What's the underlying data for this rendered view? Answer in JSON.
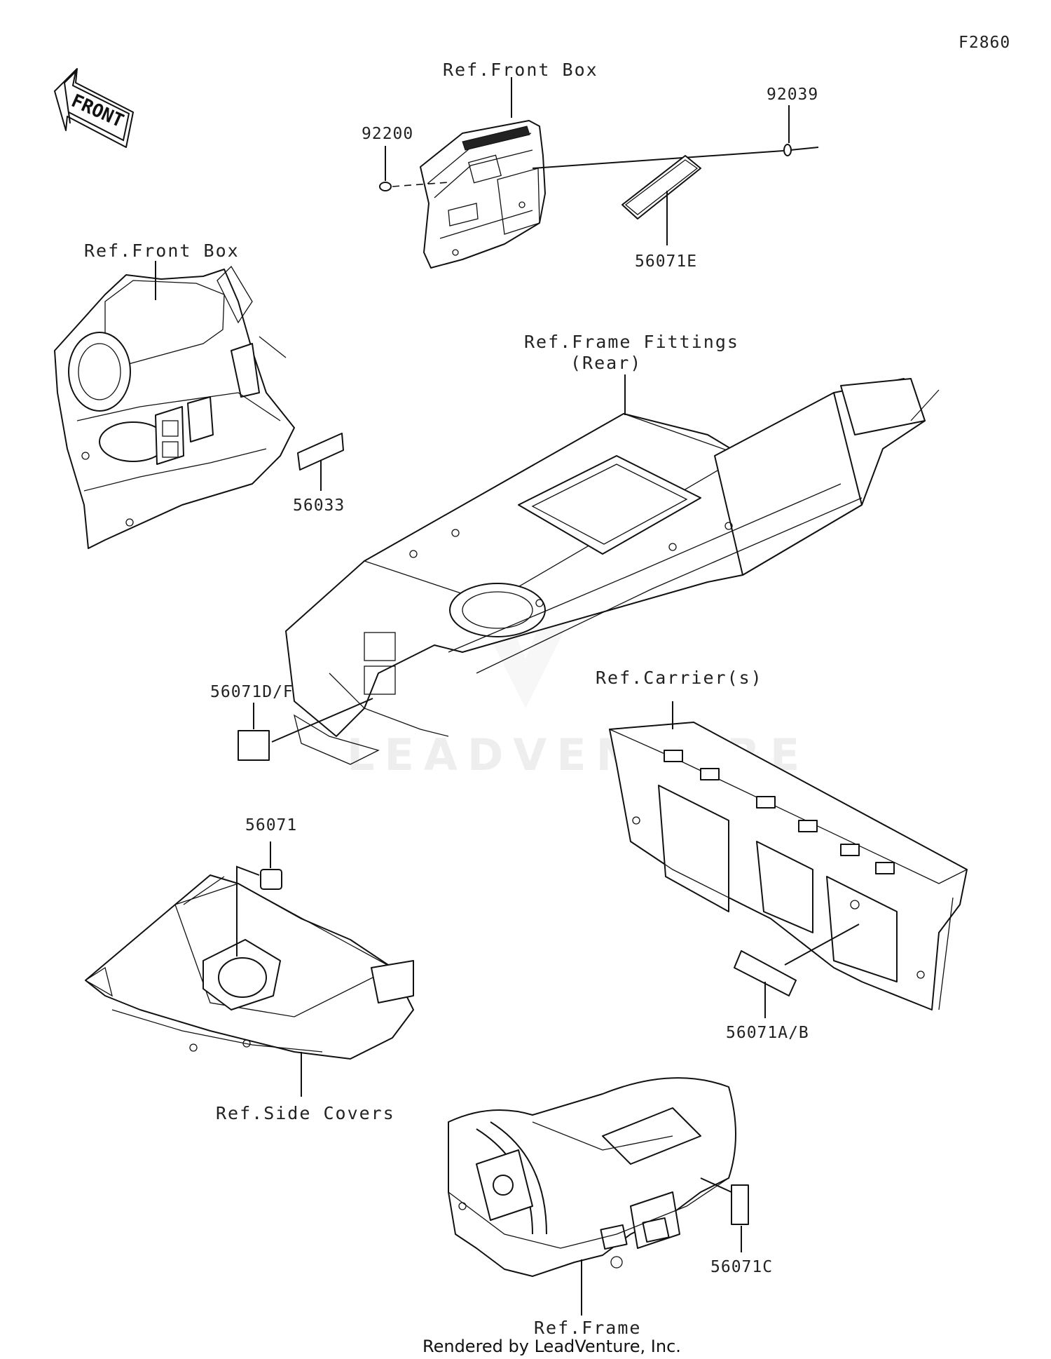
{
  "diagram_id": "F2860",
  "front_arrow": "FRONT",
  "watermark": "LEADVENTURE",
  "footer": "Rendered by LeadVenture, Inc.",
  "refs": {
    "front_box_top": "Ref.Front Box",
    "front_box_left": "Ref.Front Box",
    "frame_fittings_line1": "Ref.Frame Fittings",
    "frame_fittings_line2": "(Rear)",
    "carriers": "Ref.Carrier(s)",
    "side_covers": "Ref.Side Covers",
    "frame": "Ref.Frame"
  },
  "parts": {
    "p92200": "92200",
    "p92039": "92039",
    "p56071E": "56071E",
    "p56033": "56033",
    "p56071DF": "56071D/F",
    "p56071": "56071",
    "p56071AB": "56071A/B",
    "p56071C": "56071C"
  }
}
